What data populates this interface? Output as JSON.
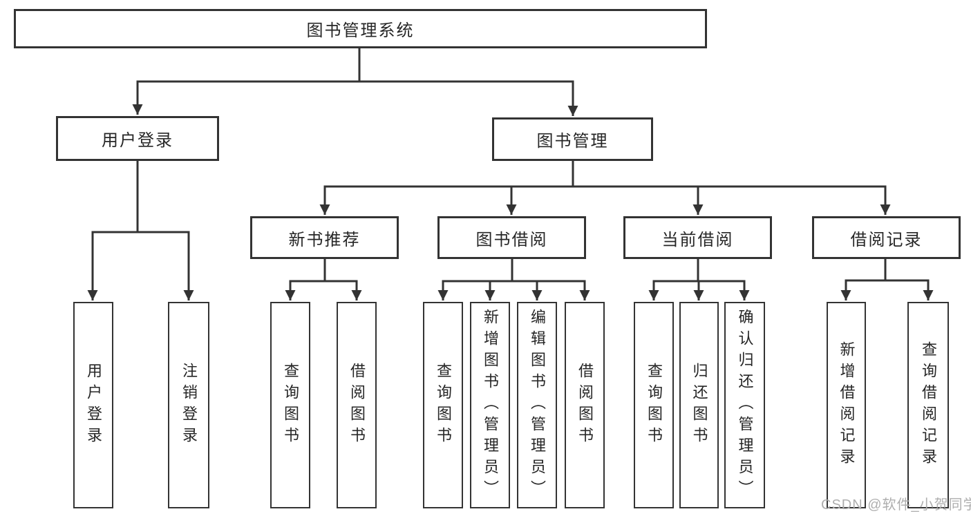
{
  "diagram": {
    "root": {
      "label": "图书管理系统"
    },
    "modules": [
      {
        "label": "用户登录",
        "features": [
          {
            "label": "用户登录"
          },
          {
            "label": "注销登录"
          }
        ]
      },
      {
        "label": "图书管理",
        "submodules": [
          {
            "label": "新书推荐",
            "features": [
              {
                "label": "查询图书"
              },
              {
                "label": "借阅图书"
              }
            ]
          },
          {
            "label": "图书借阅",
            "features": [
              {
                "label": "查询图书"
              },
              {
                "label": "新增图书（管理员）"
              },
              {
                "label": "编辑图书（管理员）"
              },
              {
                "label": "借阅图书"
              }
            ]
          },
          {
            "label": "当前借阅",
            "features": [
              {
                "label": "查询图书"
              },
              {
                "label": "归还图书"
              },
              {
                "label": "确认归还（管理员）"
              }
            ]
          },
          {
            "label": "借阅记录",
            "features": [
              {
                "label": "新增借阅记录"
              },
              {
                "label": "查询借阅记录"
              }
            ]
          }
        ]
      }
    ]
  },
  "watermark": {
    "text": "CSDN @软件_小贺同学"
  },
  "colors": {
    "line": "#333333",
    "text": "#262626",
    "watermark": "#aeaeae",
    "background": "#ffffff"
  }
}
